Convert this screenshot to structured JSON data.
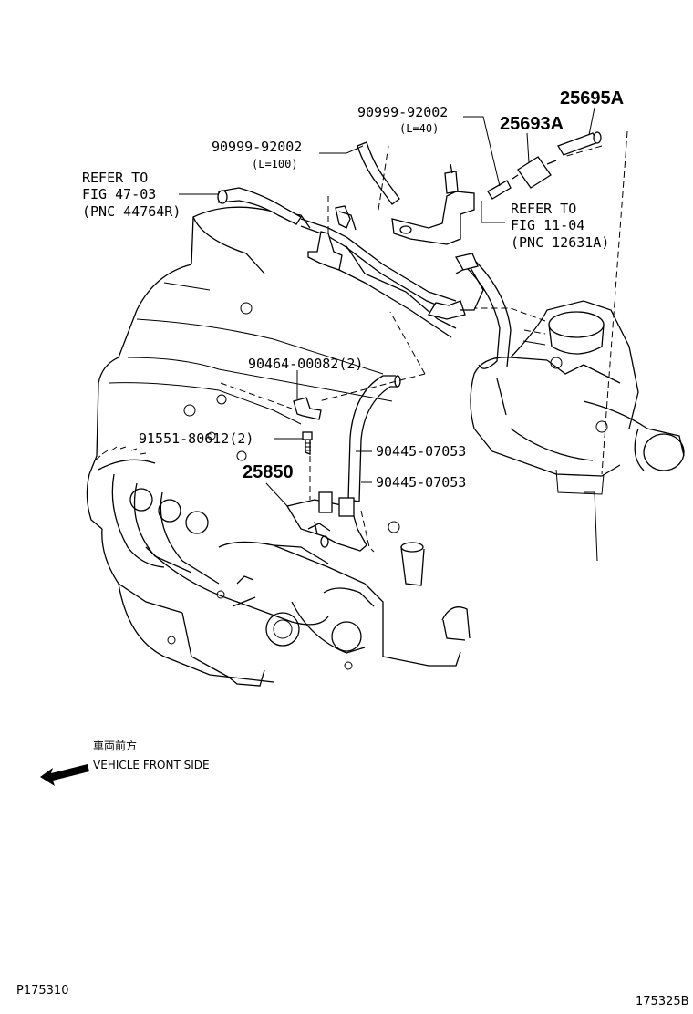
{
  "callouts": {
    "p25695a": "25695A",
    "p25693a": "25693A",
    "p90999_top": "90999-92002",
    "p90999_top_len": "(L=40)",
    "p90999_left": "90999-92002",
    "p90999_left_len": "(L=100)",
    "refer_left_1": "REFER TO",
    "refer_left_2": "FIG 47-03",
    "refer_left_3": "(PNC 44764R)",
    "refer_right_1": "REFER TO",
    "refer_right_2": "FIG 11-04",
    "refer_right_3": "(PNC 12631A)",
    "p90464": "90464-00082(2)",
    "p91551": "91551-80612(2)",
    "p90445_a": "90445-07053",
    "p90445_b": "90445-07053",
    "p25850": "25850"
  },
  "direction": {
    "label_jp": "車両前方",
    "label_en": "VEHICLE FRONT SIDE"
  },
  "footer": {
    "left_code": "P175310",
    "right_code": "175325B"
  }
}
